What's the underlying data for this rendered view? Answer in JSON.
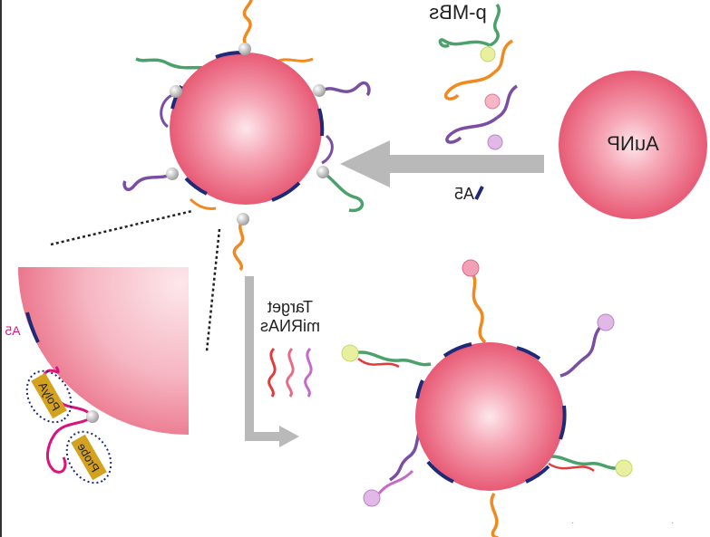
{
  "labels": {
    "aunp": "AuNP",
    "pmbs": "p-MBs",
    "a5": "A5",
    "target_line1": "Target",
    "target_line2": "miRNAs",
    "polya": "PolyA",
    "probe": "Probe"
  },
  "colors": {
    "particle": "#e9556f",
    "particle_highlight": "#fbd3da",
    "arrow": "#b9b9b9",
    "strand_orange": "#f08a1e",
    "strand_green": "#4aa16a",
    "strand_purple": "#7a4fa3",
    "strand_navy": "#1e2a78",
    "strand_pink": "#d9147e",
    "target_red": "#e33b3b",
    "polya_box": "#d4a21f"
  }
}
